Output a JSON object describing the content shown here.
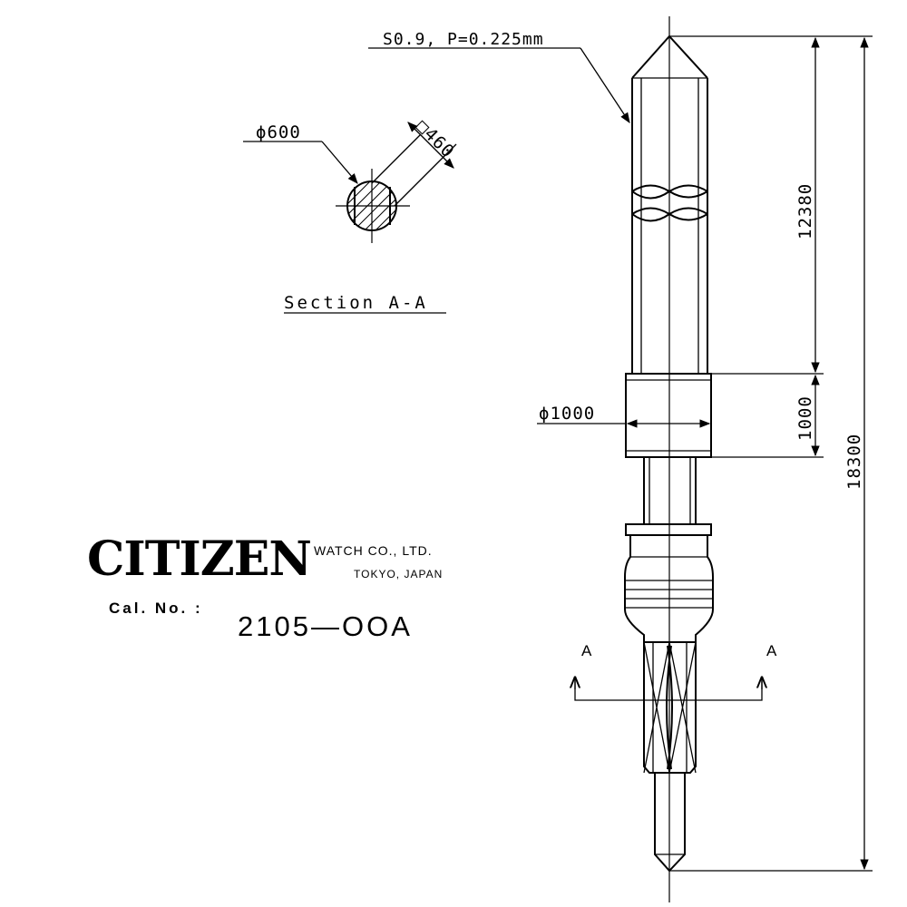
{
  "thread_note": "S0.9, P=0.225mm",
  "section": {
    "title": "Section A-A",
    "diameter_label": "ϕ600",
    "square_label": "□460",
    "cut_mark": "A"
  },
  "dimensions": {
    "upper_length": "12380",
    "collar_length": "1000",
    "total_length": "18300",
    "collar_diameter": "ϕ1000"
  },
  "title_block": {
    "brand": "CITIZEN",
    "company": "WATCH CO., LTD.",
    "location": "TOKYO, JAPAN",
    "cal_label": "Cal. No. :",
    "cal_number": "2105—OOA"
  }
}
